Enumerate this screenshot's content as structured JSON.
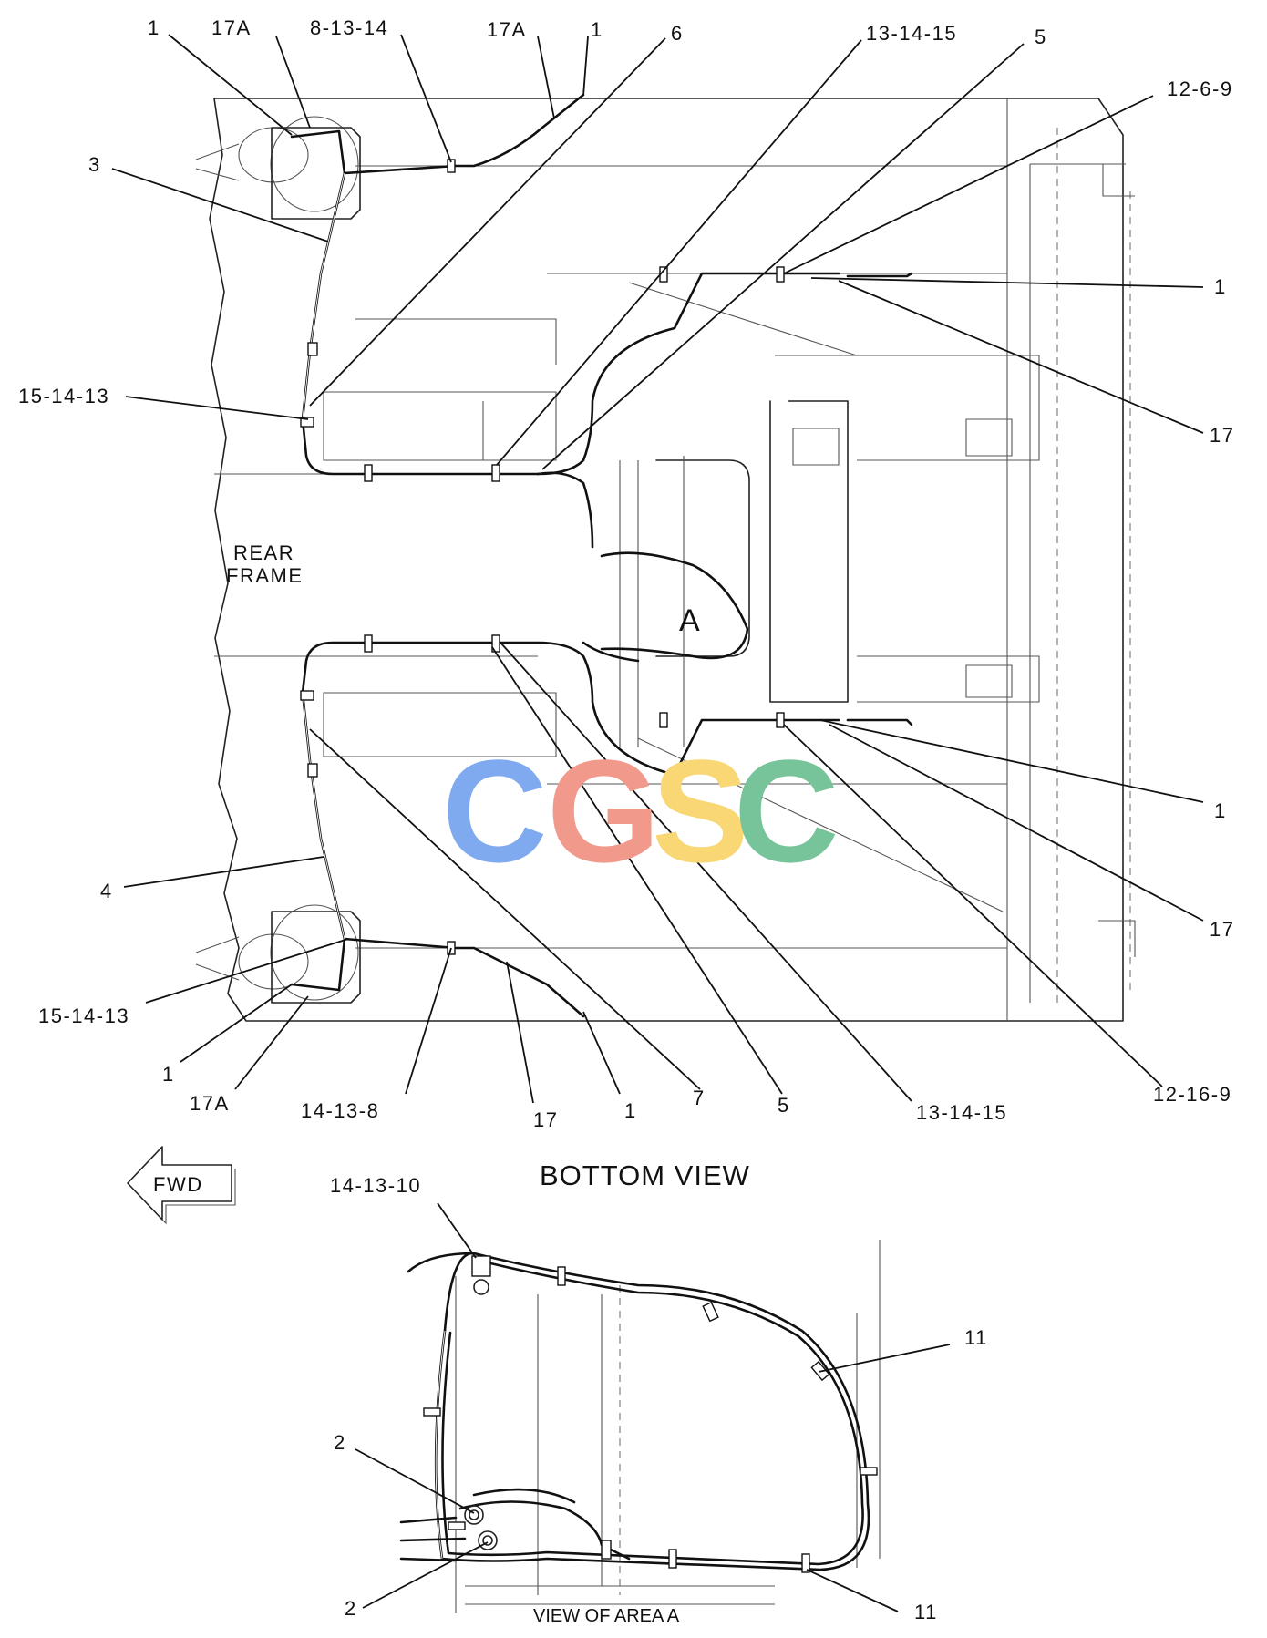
{
  "bottom_view": {
    "title": "BOTTOM VIEW",
    "frame_label_line1": "REAR",
    "frame_label_line2": "FRAME",
    "area_marker": "A",
    "fwd_label": "FWD",
    "callouts": [
      "1",
      "17A",
      "8-13-14",
      "17A",
      "1",
      "6",
      "13-14-15",
      "5",
      "12-6-9",
      "3",
      "1",
      "15-14-13",
      "17",
      "4",
      "1",
      "17",
      "15-14-13",
      "1",
      "17A",
      "14-13-8",
      "17",
      "1",
      "7",
      "5",
      "13-14-15",
      "12-16-9"
    ]
  },
  "area_view": {
    "title": "VIEW OF AREA A",
    "callouts": [
      "14-13-10",
      "11",
      "2",
      "2",
      "11"
    ]
  },
  "watermark": {
    "letters": [
      "C",
      "G",
      "S",
      "C"
    ],
    "colors": [
      "#7faaf0",
      "#f19a8c",
      "#f8d774",
      "#78c49a"
    ]
  }
}
